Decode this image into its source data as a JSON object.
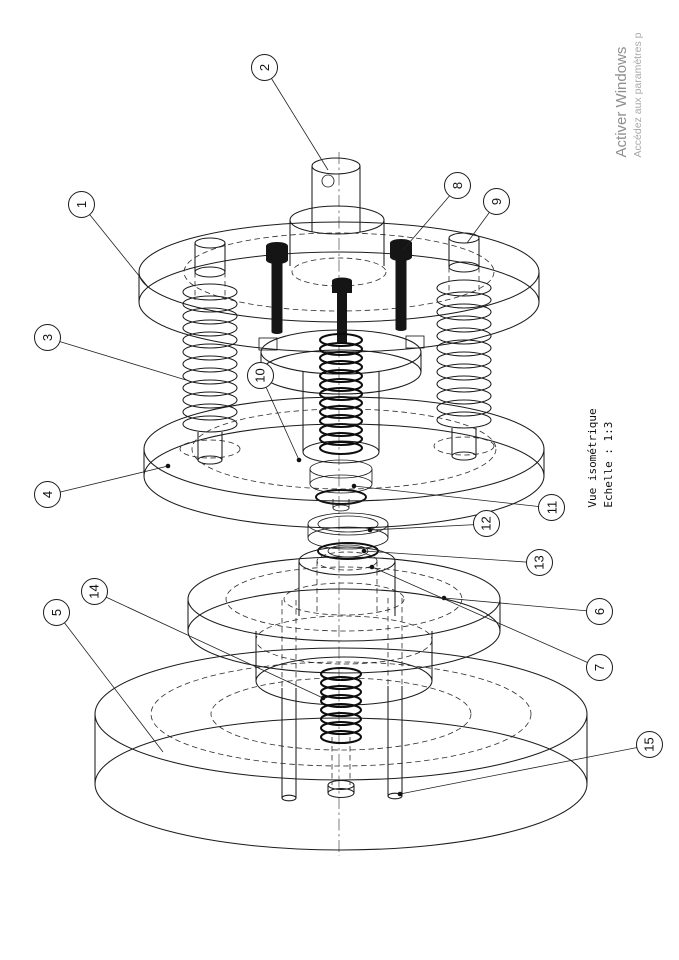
{
  "drawing": {
    "balloons": [
      {
        "label": "1"
      },
      {
        "label": "2"
      },
      {
        "label": "3"
      },
      {
        "label": "4"
      },
      {
        "label": "5"
      },
      {
        "label": "6"
      },
      {
        "label": "7"
      },
      {
        "label": "8"
      },
      {
        "label": "9"
      },
      {
        "label": "10"
      },
      {
        "label": "11"
      },
      {
        "label": "12"
      },
      {
        "label": "13"
      },
      {
        "label": "14"
      },
      {
        "label": "15"
      }
    ],
    "view_label": {
      "title": "Vue isométrique",
      "scale": "Echelle : 1:3"
    },
    "watermark": {
      "line1": "Activer Windows",
      "line2": "Accédez aux paramètres p"
    }
  }
}
